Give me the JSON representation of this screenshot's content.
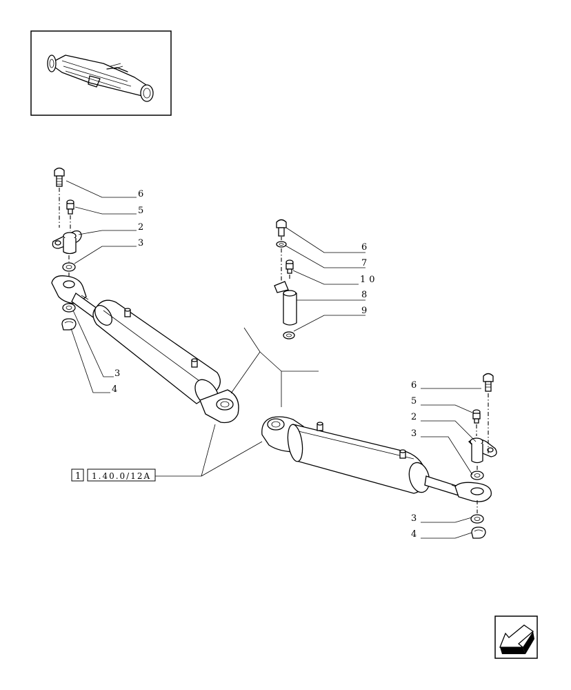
{
  "reference": {
    "index": "1",
    "code": "1.40.0/12A"
  },
  "left_cylinder_callouts": [
    "6",
    "5",
    "2",
    "3",
    "3",
    "4"
  ],
  "middle_detail_callouts": [
    "6",
    "7",
    "10",
    "8",
    "9"
  ],
  "right_cylinder_callouts": [
    "6",
    "5",
    "2",
    "3",
    "3",
    "4"
  ],
  "icons": {
    "thumbnail": "front-axle-thumbnail",
    "nav": "back-arrow-icon"
  }
}
